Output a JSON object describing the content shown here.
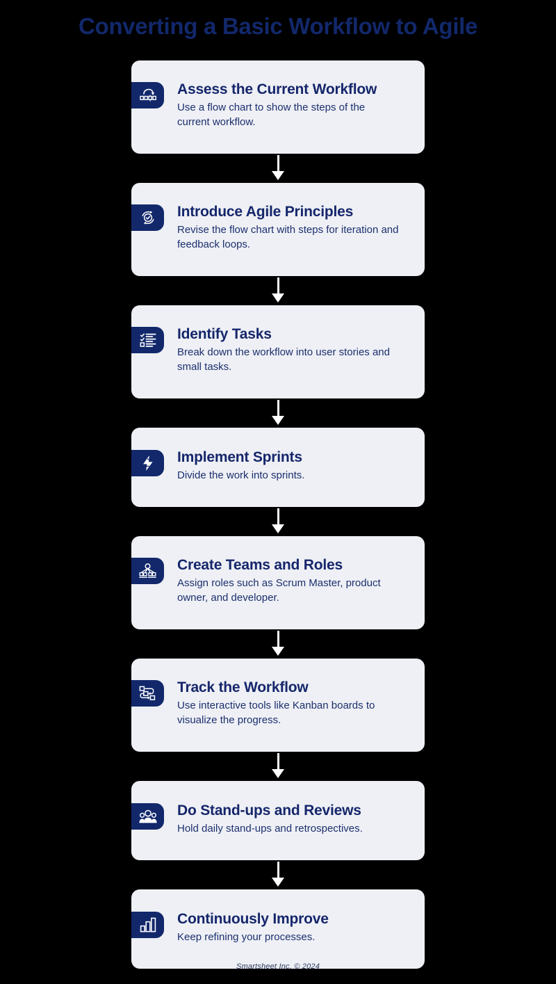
{
  "title": "Converting a Basic Workflow to Agile",
  "theme": {
    "background": "#000000",
    "card_background": "#eef0f5",
    "brand_navy": "#12286b",
    "title_color": "#12286b",
    "body_text": "#1d2f6e",
    "connector_color": "#ffffff",
    "footer_color": "#2d3a5e"
  },
  "steps": [
    {
      "icon": "flow-chart-icon",
      "title": "Assess the Current Workflow",
      "description": "Use a flow chart to show the steps of the current workflow.",
      "height": 134
    },
    {
      "icon": "cycle-check-icon",
      "title": "Introduce Agile Principles",
      "description": "Revise the flow chart with steps for iteration and feedback loops.",
      "height": 134
    },
    {
      "icon": "checklist-icon",
      "title": "Identify Tasks",
      "description": "Break down the workflow into user stories and small tasks.",
      "height": 134
    },
    {
      "icon": "lightning-bolt-icon",
      "title": "Implement Sprints",
      "description": "Divide the work into sprints.",
      "height": 114
    },
    {
      "icon": "org-chart-icon",
      "title": "Create Teams and Roles",
      "description": "Assign roles such as Scrum Master, product owner, and developer.",
      "height": 134
    },
    {
      "icon": "workflow-nodes-icon",
      "title": "Track the Workflow",
      "description": "Use interactive tools like Kanban boards to visualize the progress.",
      "height": 134
    },
    {
      "icon": "people-group-icon",
      "title": "Do Stand-ups and Reviews",
      "description": "Hold daily stand-ups and retrospectives.",
      "height": 114
    },
    {
      "icon": "bar-chart-icon",
      "title": "Continuously Improve",
      "description": "Keep refining your processes.",
      "height": 114
    }
  ],
  "footer": "Smartsheet Inc. © 2024"
}
